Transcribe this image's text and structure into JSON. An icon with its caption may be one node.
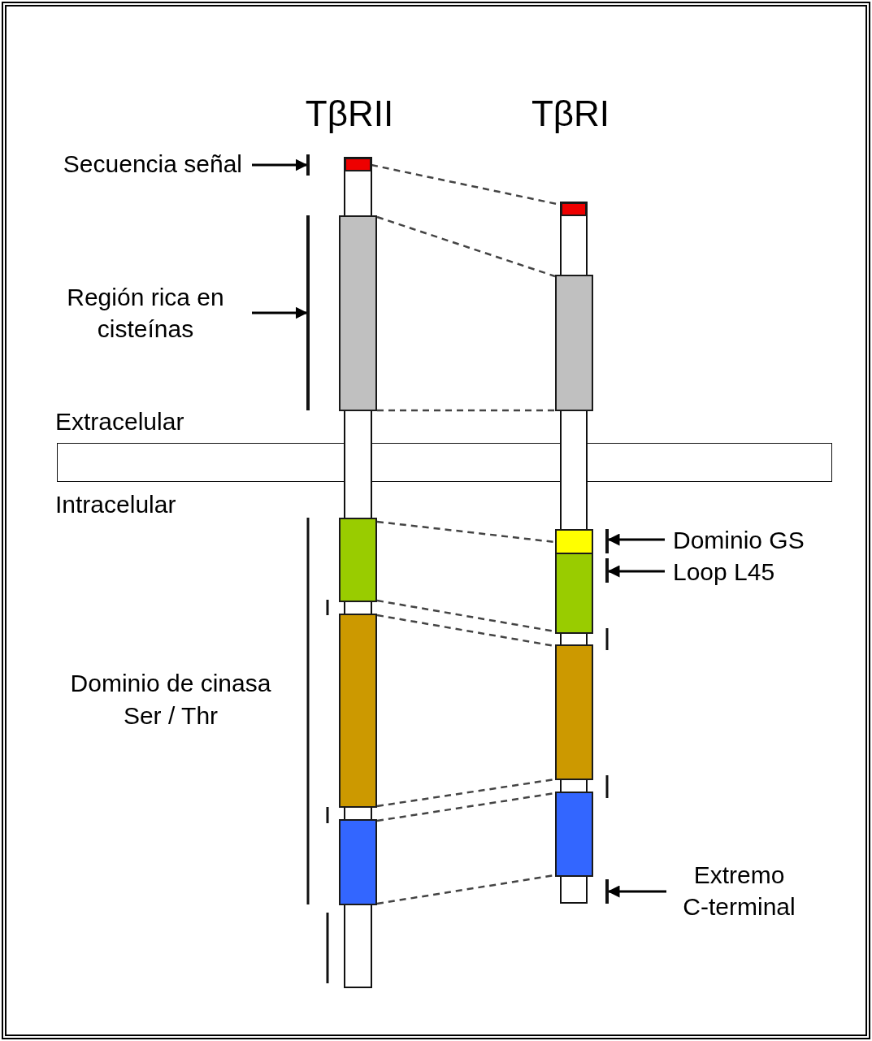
{
  "diagram": {
    "nodes": [
      {
        "text": [
          "Secuencia señal"
        ]
      },
      {
        "text": [],
        "shape": "bar"
      },
      {
        "text": [
          "Región rica en cisteínas"
        ]
      },
      {
        "text": [],
        "shape": "bar"
      },
      {
        "text": [
          "Dominio GS"
        ]
      },
      {
        "text": [],
        "shape": "bar"
      },
      {
        "text": [
          "Loop L45"
        ]
      },
      {
        "text": [],
        "shape": "bar"
      },
      {
        "text": [
          "Extremo C-terminal"
        ]
      },
      {
        "text": [],
        "shape": "bar"
      },
      {
        "text": [],
        "shape": "box"
      },
      {
        "text": [],
        "shape": "box"
      },
      {
        "text": [],
        "shape": "box"
      },
      {
        "text": [],
        "shape": "box"
      },
      {
        "text": [],
        "shape": "box"
      },
      {
        "text": [],
        "shape": "box"
      },
      {
        "text": [],
        "shape": "box"
      },
      {
        "text": [],
        "shape": "box"
      },
      {
        "text": [],
        "shape": "box"
      },
      {
        "text": [],
        "shape": "box"
      },
      {
        "text": [],
        "shape": "box"
      },
      {
        "text": [],
        "shape": "band"
      }
    ],
    "edges": [
      {
        "from": 0,
        "to": 1,
        "arrow": "to"
      },
      {
        "from": 2,
        "to": 3,
        "arrow": "to"
      },
      {
        "from": 4,
        "to": 5,
        "arrow": "to"
      },
      {
        "from": 6,
        "to": 7,
        "arrow": "to"
      },
      {
        "from": 8,
        "to": 9,
        "arrow": "to"
      },
      {
        "from": 10,
        "to": 15,
        "arrow": "none",
        "style": "dashed"
      },
      {
        "from": 11,
        "to": 16,
        "arrow": "none",
        "style": "dashed"
      },
      {
        "from": 11,
        "to": 16,
        "arrow": "none",
        "style": "dashed"
      },
      {
        "from": 12,
        "to": 17,
        "arrow": "none",
        "style": "dashed"
      },
      {
        "from": 12,
        "to": 18,
        "arrow": "none",
        "style": "dashed"
      },
      {
        "from": 13,
        "to": 19,
        "arrow": "none",
        "style": "dashed"
      },
      {
        "from": 13,
        "to": 19,
        "arrow": "none",
        "style": "dashed"
      },
      {
        "from": 14,
        "to": 20,
        "arrow": "none",
        "style": "dashed"
      },
      {
        "from": 14,
        "to": 20,
        "arrow": "none",
        "style": "dashed"
      }
    ],
    "labels": [
      "TβRII",
      "TβRI",
      "Extracelular",
      "Intracelular",
      "Dominio de cinasa Ser / Thr"
    ]
  }
}
